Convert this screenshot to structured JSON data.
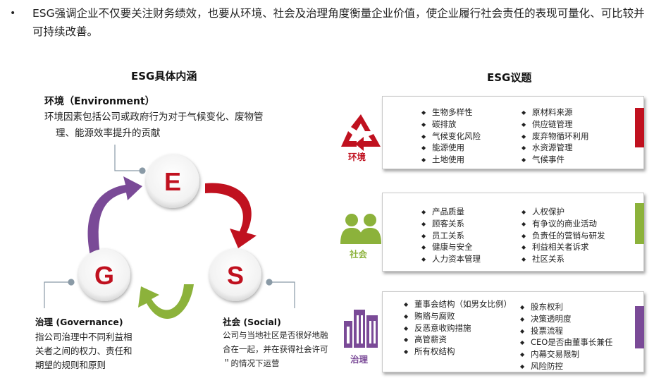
{
  "intro": {
    "bullet": "•",
    "text": "ESG强调企业不仅要关注财务绩效，也要从环境、社会及治理角度衡量企业价值，使企业履行社会责任的表现可量化、可比较并可持续改善。"
  },
  "left_title": "ESG具体内涵",
  "right_title": "ESG议题",
  "environment": {
    "head": "环境（Environment）",
    "desc_line1": "环境因素包括公司或政府行为对于气候变化、废物管",
    "desc_line2": "理、能源效率提升的贡献"
  },
  "governance": {
    "head": "治理 (Governance)",
    "desc": "指公司治理中不同利益相关者之间的权力、责任和期望的规则和原则"
  },
  "social": {
    "head": "社会 (Social)",
    "desc": "公司与当地社区是否很好地融合在一起，并在获得社会许可＂的情况下运营"
  },
  "circles": {
    "e": "E",
    "s": "S",
    "g": "G"
  },
  "colors": {
    "environment": "#c0111f",
    "social": "#8cb23b",
    "governance": "#7a4a97",
    "arrow_red": "#c0111f",
    "arrow_green": "#8cb23b",
    "arrow_purple": "#7a4a97",
    "connector": "#8a9aa6"
  },
  "topics": {
    "environment": {
      "label": "环境",
      "icon": "recycle-icon",
      "left": [
        "生物多样性",
        "碳排放",
        "气候变化风险",
        "能源使用",
        "土地使用"
      ],
      "right": [
        "原材料来源",
        "供应链管理",
        "废弃物循环利用",
        "水资源管理",
        "气候事件"
      ]
    },
    "social": {
      "label": "社会",
      "icon": "people-icon",
      "left": [
        "产品质量",
        "顾客关系",
        "员工关系",
        "健康与安全",
        "人力资本管理"
      ],
      "right": [
        "人权保护",
        "有争议的商业活动",
        "负责任的营销与研发",
        "利益相关者诉求",
        "社区关系"
      ]
    },
    "governance": {
      "label": "治理",
      "icon": "buildings-icon",
      "left": [
        "董事会结构（如男女比例）",
        "贿赂与腐败",
        "反恶意收购措施",
        "高管薪资",
        "所有权结构"
      ],
      "right": [
        "股东权利",
        "决策透明度",
        "投票流程",
        "CEO是否由董事长兼任",
        "内幕交易限制",
        "风险防控"
      ]
    }
  }
}
